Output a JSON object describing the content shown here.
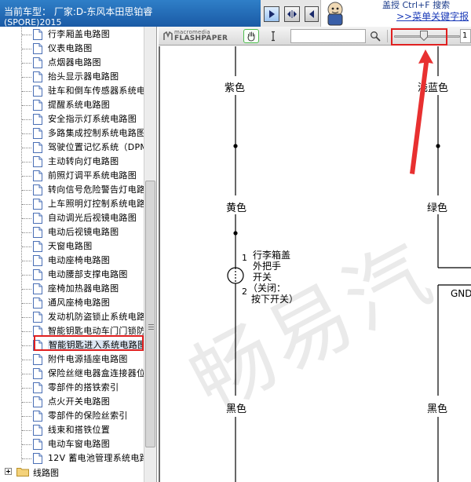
{
  "header": {
    "title_line1": "当前车型：  厂家:D-东风本田思铂睿",
    "title_line2": "(SPORE)2015",
    "banner_line1": "盖授 Ctrl+F 搜索",
    "banner_link": ">>菜单关键字报",
    "buttons": [
      {
        "name": "play",
        "icon": "play-icon"
      },
      {
        "name": "fit",
        "icon": "fit-width-icon"
      },
      {
        "name": "collapse",
        "icon": "collapse-icon"
      }
    ]
  },
  "tree": {
    "items": [
      "行李厢盖电路图",
      "仪表电路图",
      "点烟器电路图",
      "抬头显示器电路图",
      "驻车和倒车传感器系统电",
      "提醒系统电路图",
      "安全指示灯系统电路图",
      "多路集成控制系统电路图",
      "驾驶位置记忆系统（DPM",
      "主动转向灯电路图",
      "前照灯调平系统电路图",
      "转向信号危险警告灯电路",
      "上车照明灯控制系统电路",
      "自动调光后视镜电路图",
      "电动后视镜电路图",
      "天窗电路图",
      "电动座椅电路图",
      "电动腰部支撑电路图",
      "座椅加热器电路图",
      "通风座椅电路图",
      "发动机防盗锁止系统电路",
      "智能钥匙电动车门门锁防",
      "智能钥匙进入系统电路图",
      "附件电源插座电路图",
      "保险丝继电器盒连接器位",
      "零部件的搭铁索引",
      "点火开关电路图",
      "零部件的保险丝索引",
      "线束和搭铁位置",
      "电动车窗电路图",
      "12V 蓄电池管理系统电路"
    ],
    "selected_index": 22,
    "folder_label": "线路图"
  },
  "toolbar": {
    "logo_top": "macromedia",
    "logo_bottom": "FLASHPAPER",
    "search_value": "",
    "zoom_value": "1",
    "zoom_level": 0.45
  },
  "diagram": {
    "wire_purple": "紫色",
    "wire_yellow": "黄色",
    "wire_black_left": "黑色",
    "wire_lightblue": "浅蓝色",
    "wire_green": "绿色",
    "wire_black_right": "黑色",
    "pin1": "1",
    "pin2": "2",
    "switch_label_1": "行李箱盖",
    "switch_label_2": "外把手",
    "switch_label_3": "开关",
    "switch_label_4": "（关闭：",
    "switch_label_5": "按下开关）",
    "ground_label": "GND",
    "watermark": "畅易汽"
  },
  "colors": {
    "header_blue": "#1f66b5",
    "highlight_red": "#e02020",
    "hand_tool_green": "#4dbd4d"
  }
}
